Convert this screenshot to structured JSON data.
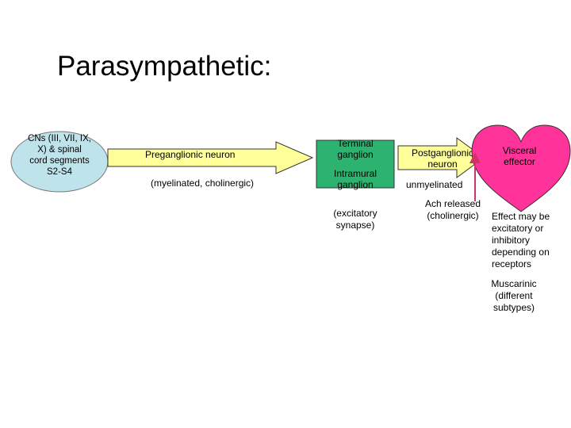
{
  "title": "Parasympathetic:",
  "cns_box": {
    "line1": "CNs (III, VII, IX,",
    "line2": "X) & spinal",
    "line3": "cord segments",
    "line4": "S2-S4"
  },
  "preganglionic": {
    "label": "Preganglionic neuron",
    "detail": "(myelinated, cholinergic)"
  },
  "ganglion": {
    "line1": "Terminal",
    "line2": "ganglion",
    "line3": "Intramural",
    "line4": "ganglion",
    "note_line1": "(excitatory",
    "note_line2": "synapse)"
  },
  "postganglionic": {
    "line1": "Postganglionic",
    "line2": "neuron",
    "detail": "unmyelinated"
  },
  "effector": {
    "line1": "Visceral",
    "line2": "effector"
  },
  "ach": {
    "line1": "Ach released",
    "line2": "(cholinergic)"
  },
  "effect_note": {
    "line1": "Effect may be",
    "line2": "excitatory or",
    "line3": "inhibitory",
    "line4": "depending on",
    "line5": "receptors"
  },
  "muscarinic": {
    "line1": "Muscarinic",
    "line2": "(different",
    "line3": "subtypes)"
  },
  "colors": {
    "cns_fill": "#bfe3ea",
    "arrow_fill": "#ffff99",
    "ganglion_fill": "#2db370",
    "heart_fill": "#ff3399",
    "pointer": "#cc3366"
  }
}
